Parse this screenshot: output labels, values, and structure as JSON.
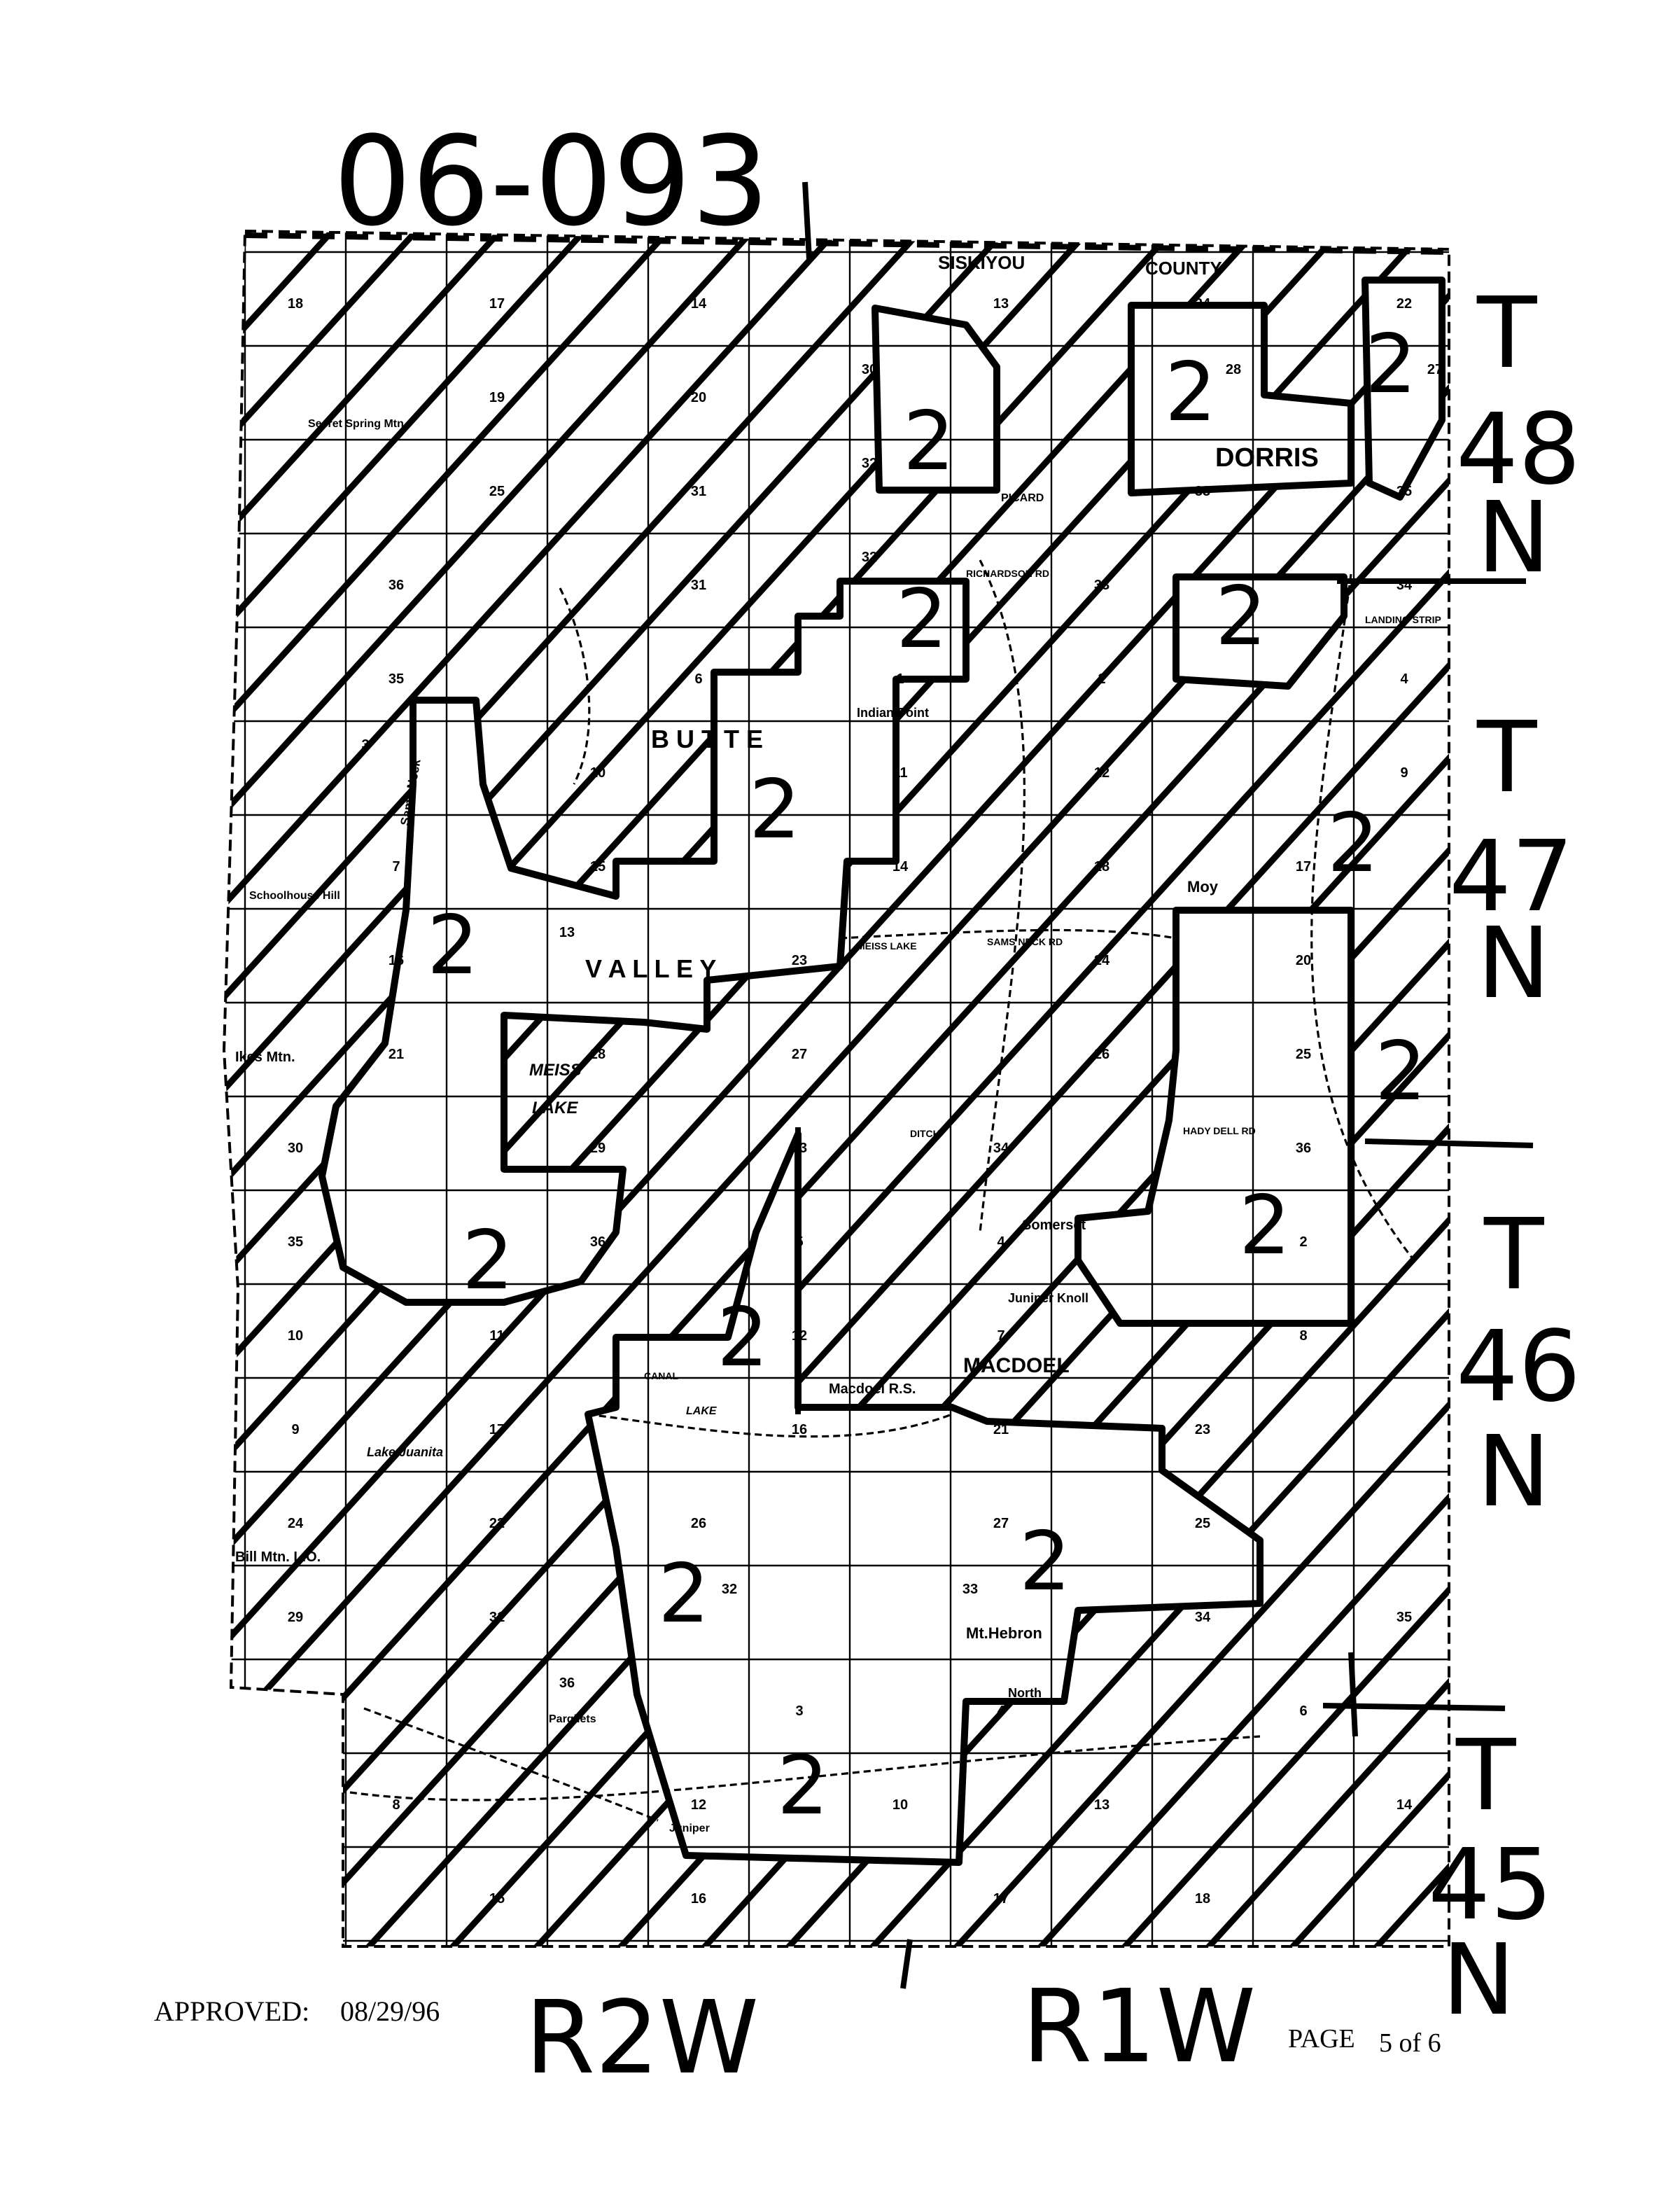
{
  "document": {
    "map_id": "06-093",
    "approved_label": "APPROVED:",
    "approved_date": "08/29/96",
    "page_label": "PAGE",
    "page_number": "5 of 6"
  },
  "townships": [
    {
      "t": "T",
      "num": "48",
      "n": "N"
    },
    {
      "t": "T",
      "num": "47",
      "n": "N"
    },
    {
      "t": "T",
      "num": "46",
      "n": "N"
    },
    {
      "t": "T",
      "num": "45",
      "n": "N"
    }
  ],
  "ranges": [
    "R2W",
    "R1W"
  ],
  "zone_label": "2",
  "place_names": {
    "county": "SISKIYOU",
    "county2": "COUNTY",
    "dorris": "DORRIS",
    "butte": "B U T T E",
    "valley": "V A L L E Y",
    "meiss_lake": "MEISS",
    "meiss_lake2": "LAKE",
    "macdoel": "MACDOEL",
    "macdoel_rs": "Macdoel R.S.",
    "mt_hebron": "Mt.Hebron",
    "north": "North",
    "somerset": "Somerset",
    "juniper_knoll": "Juniper Knoll",
    "moy": "Moy",
    "indian_point": "Indian Point",
    "ikes_mtn": "Ikes Mtn.",
    "schoolhouse_hill": "Schoolhouse Hill",
    "lake_juanita": "Lake Juanita",
    "secret_spring": "Secret Spring Mtn",
    "bill_mtn": "Bill Mtn. L.O.",
    "sams_neck": "Sams Neck",
    "picard": "PICARD",
    "richardson_rd": "RICHARDSON RD",
    "landing_strip": "LANDING STRIP",
    "meiss_lake_rd": "MEISS LAKE",
    "sams_neck_rd": "SAMS NECK RD",
    "hady_dell_rd": "HADY DELL RD",
    "ditch": "DITCH",
    "canal": "CANAL",
    "lake": "LAKE",
    "pargliets": "Pargliets",
    "juniper": "Juniper"
  },
  "section_numbers": [
    "18",
    "17",
    "14",
    "13",
    "24",
    "22",
    "19",
    "20",
    "30",
    "28",
    "27",
    "25",
    "31",
    "32",
    "33",
    "35",
    "36",
    "31",
    "32",
    "33",
    "34",
    "35",
    "6",
    "1",
    "2",
    "4",
    "3",
    "10",
    "11",
    "12",
    "9",
    "7",
    "15",
    "14",
    "18",
    "17",
    "16",
    "13",
    "23",
    "24",
    "20",
    "21",
    "28",
    "27",
    "26",
    "25",
    "30",
    "29",
    "33",
    "34",
    "36",
    "35",
    "36",
    "5",
    "4",
    "2",
    "10",
    "11",
    "12",
    "7",
    "8",
    "9",
    "17",
    "16",
    "21",
    "23",
    "24",
    "22",
    "26",
    "27",
    "25",
    "29",
    "31",
    "32",
    "33",
    "34",
    "35",
    "36",
    "3",
    "4",
    "6",
    "8",
    "12",
    "10",
    "13",
    "14",
    "15",
    "16",
    "17",
    "18"
  ],
  "colors": {
    "ink": "#000000",
    "paper": "#ffffff"
  }
}
